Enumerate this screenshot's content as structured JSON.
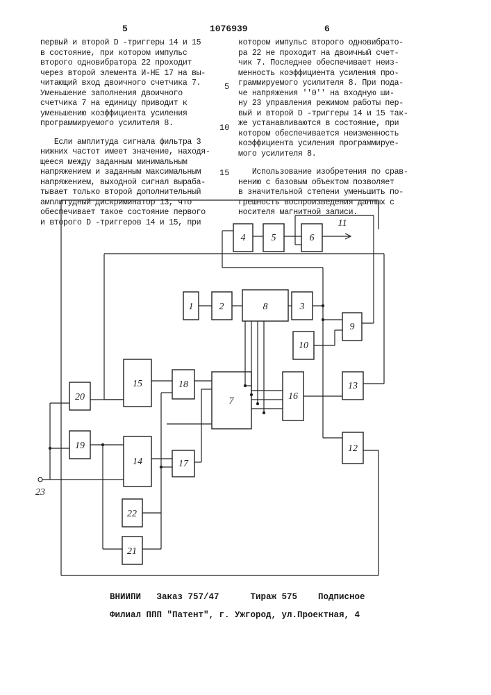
{
  "header": {
    "left_page": "5",
    "patent_no": "1076939",
    "right_page": "6"
  },
  "left_column": [
    "первый и второй D -триггеры 14 и 15",
    "в состояние, при котором импульс",
    "второго одновибратора 22 проходит",
    "через второй элемента И-НЕ 17 на вы-",
    "читающий вход двоичного счетчика 7.",
    "Уменьшение заполнения двоичного",
    "счетчика 7 на единицу приводит к",
    "уменьшению коэффициента усиления",
    "программируемого усилителя 8.",
    "",
    "   Если амплитуда сигнала фильтра 3",
    "нижних частот имеет значение, находя-",
    "щееся между заданным минимальным",
    "напряжением и заданным максимальным",
    "напряжением, выходной сигнал выраба-",
    "тывает только второй дополнительный",
    "амплитудный дискриминатор 13, что",
    "обеспечивает такое состояние первого",
    "и второго D -триггеров 14 и 15, при"
  ],
  "right_column": [
    "котором импульс второго одновибрато-",
    "ра 22 не проходит на двоичный счет-",
    "чик 7. Последнее обеспечивает неиз-",
    "менность коэффициента усиления про-",
    "граммируемого усилителя 8. При пода-",
    "че напряжения ''0'' на входную ши-",
    "ну 23 управления режимом работы пер-",
    "вый и второй D -триггеры 14 и 15 так-",
    "же устанавливаются в состояние, при",
    "котором обеспечивается неизменность",
    "коэффициента усиления программируе-",
    "мого усилителя 8.",
    "",
    "   Использование изобретения по срав-",
    "нению с базовым объектом позволяет",
    "в значительной степени уменьшить по-",
    "грешность воспроизведения данных с",
    "носителя магнитной записи."
  ],
  "line_numbers": [
    "5",
    "10",
    "15"
  ],
  "diagram": {
    "blocks": [
      {
        "label": "1"
      },
      {
        "label": "2"
      },
      {
        "label": "8"
      },
      {
        "label": "3"
      },
      {
        "label": "4"
      },
      {
        "label": "5"
      },
      {
        "label": "6"
      },
      {
        "label": "9"
      },
      {
        "label": "10"
      },
      {
        "label": "13"
      },
      {
        "label": "12"
      },
      {
        "label": "15"
      },
      {
        "label": "18"
      },
      {
        "label": "7"
      },
      {
        "label": "16"
      },
      {
        "label": "20"
      },
      {
        "label": "19"
      },
      {
        "label": "14"
      },
      {
        "label": "17"
      },
      {
        "label": "22"
      },
      {
        "label": "21"
      }
    ],
    "output_label": "11",
    "input_label": "23"
  },
  "footer": {
    "line1": "ВНИИПИ   Заказ 757/47      Тираж 575    Подписное",
    "line2": "Филиал ППП \"Патент\", г. Ужгород, ул.Проектная, 4"
  }
}
